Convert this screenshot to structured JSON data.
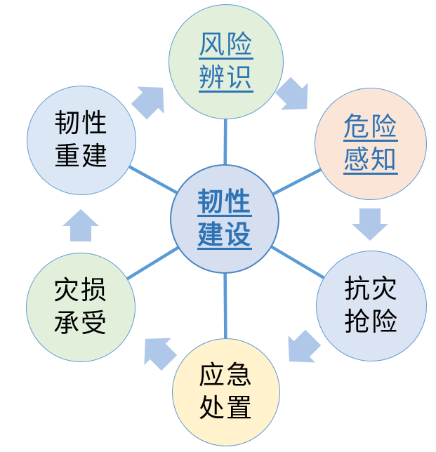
{
  "diagram": {
    "type": "cycle-diagram",
    "flow": "clockwise",
    "center_node": {
      "label": "韧性\n建设",
      "fill": "#D6DFF0",
      "border": "#4A86C0",
      "text_color": "#2E74B5",
      "hyperlink_style": true
    },
    "nodes": [
      {
        "position": "top",
        "label": "风险\n辨识",
        "fill": "#E2EFDA",
        "border": "#5B9BD5",
        "text_color": "#2E74B5",
        "hyperlink_style": true
      },
      {
        "position": "upper-right",
        "label": "危险\n感知",
        "fill": "#FBE5D6",
        "border": "#5B9BD5",
        "text_color": "#2E74B5",
        "hyperlink_style": true
      },
      {
        "position": "lower-right",
        "label": "抗灾\n抢险",
        "fill": "#DBE4F3",
        "border": "#5B9BD5",
        "text_color": "#000000",
        "hyperlink_style": false
      },
      {
        "position": "bottom",
        "label": "应急\n处置",
        "fill": "#FFF2CC",
        "border": "#5B9BD5",
        "text_color": "#000000",
        "hyperlink_style": false
      },
      {
        "position": "lower-left",
        "label": "灾损\n承受",
        "fill": "#E2EFDA",
        "border": "#5B9BD5",
        "text_color": "#000000",
        "hyperlink_style": false
      },
      {
        "position": "upper-left",
        "label": "韧性\n重建",
        "fill": "#DBE7F5",
        "border": "#5B9BD5",
        "text_color": "#000000",
        "hyperlink_style": false
      }
    ],
    "connector_color": "#5B9BD5",
    "arrow_color": "#AFC7E8"
  }
}
